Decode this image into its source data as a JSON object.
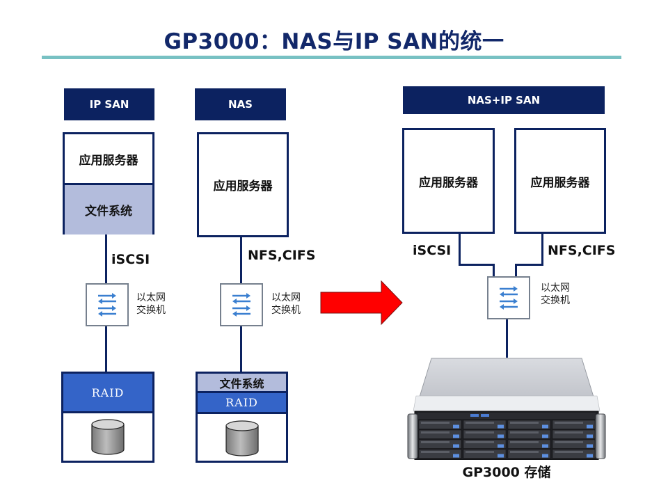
{
  "title": "GP3000：NAS与IP SAN的统一",
  "colors": {
    "header_bg": "#0c2260",
    "divider": "#78c1c3",
    "file_system_fill": "#b3bcdc",
    "raid_fill": "#3464c8",
    "arrow": "#ff0000",
    "switch_arrows": "#3a7fd0"
  },
  "ipsan": {
    "header": "IP SAN",
    "server": "应用服务器",
    "file_system": "文件系统",
    "protocol": "iSCSI",
    "switch_label_1": "以太网",
    "switch_label_2": "交换机",
    "raid": "RAID",
    "disk_icon": "disk-cylinder-icon"
  },
  "nas": {
    "header": "NAS",
    "server": "应用服务器",
    "protocol": "NFS,CIFS",
    "switch_label_1": "以太网",
    "switch_label_2": "交换机",
    "file_system": "文件系统",
    "raid": "RAID",
    "disk_icon": "disk-cylinder-icon"
  },
  "arrow_icon": "right-arrow-icon",
  "unified": {
    "header": "NAS+IP SAN",
    "server_left": "应用服务器",
    "server_right": "应用服务器",
    "protocol_left": "iSCSI",
    "protocol_right": "NFS,CIFS",
    "switch_label_1": "以太网",
    "switch_label_2": "交换机",
    "storage_caption": "GP3000 存储",
    "storage_icon": "rack-storage-server-icon"
  }
}
